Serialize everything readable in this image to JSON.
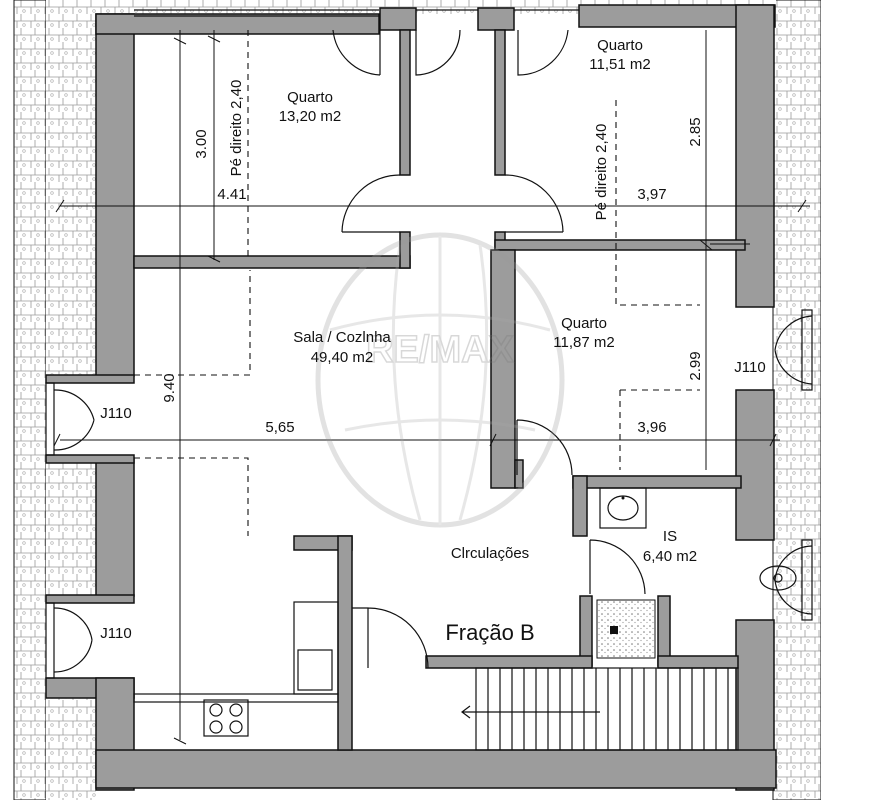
{
  "plan": {
    "unit_label": "Fração B",
    "watermark": "RE/MAX",
    "rooms": {
      "quarto_a": {
        "name": "Quarto",
        "area": "13,20 m2"
      },
      "quarto_b": {
        "name": "Quarto",
        "area": "11,51 m2"
      },
      "quarto_c": {
        "name": "Quarto",
        "area": "11,87 m2"
      },
      "sala": {
        "name": "Sala / Cozlnha",
        "area": "49,40 m2"
      },
      "circ": {
        "name": "Clrculações"
      },
      "is": {
        "name": "IS",
        "area": "6,40 m2"
      }
    },
    "windows": {
      "j1": "J110",
      "j2": "J110",
      "j3": "J110"
    },
    "heights": {
      "left": "Pé direito 2,40",
      "right": "Pé direito 2,40"
    },
    "dimensions": {
      "d1": "3.00",
      "d2": "4.41",
      "d3": "2.85",
      "d4": "3,97",
      "d5": "2.99",
      "d6": "9.40",
      "d7": "5,65",
      "d8": "3,96"
    }
  }
}
